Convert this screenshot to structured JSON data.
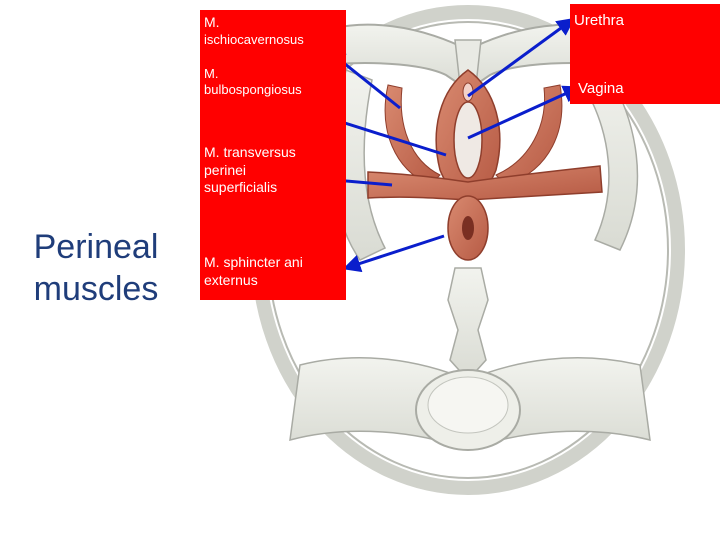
{
  "title": {
    "line1": "Perineal",
    "line2": "muscles"
  },
  "labels": {
    "ischiocavernosus": {
      "line1": "M.",
      "line2": "ischiocavernosus"
    },
    "bulbospongiosus": {
      "line1": "M.",
      "line2": "bulbospongiosus"
    },
    "transversus": {
      "line1": "M. transversus",
      "line2": "perinei",
      "line3": "superficialis"
    },
    "sphincter": {
      "line1": "M. sphincter ani",
      "line2": "externus"
    },
    "urethra": "Urethra",
    "vagina": "Vagina"
  },
  "colors": {
    "label_background": "#ff0000",
    "label_text": "#ffffff",
    "arrow": "#0a1ecc",
    "title": "#1f3d7a",
    "bone": "#e6e7e1",
    "muscle": "#c9705a"
  }
}
